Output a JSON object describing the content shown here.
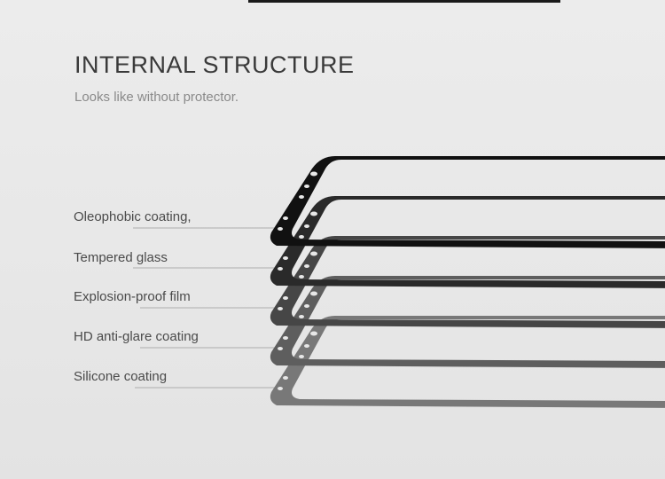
{
  "heading": {
    "title": "INTERNAL STRUCTURE",
    "subtitle": "Looks like without protector."
  },
  "layers": [
    {
      "label": "Oleophobic coating,",
      "color": "#111111"
    },
    {
      "label": "Tempered glass",
      "color": "#2a2a2a"
    },
    {
      "label": "Explosion-proof film",
      "color": "#464646"
    },
    {
      "label": "HD anti-glare coating",
      "color": "#5e5e5e"
    },
    {
      "label": "Silicone coating",
      "color": "#787878"
    }
  ],
  "colors": {
    "title": "#3a3a3a",
    "subtitle": "#8a8a8a",
    "label": "#4a4a4a",
    "leader_line": "#9a9a9a",
    "background": "#e9e9e9"
  }
}
